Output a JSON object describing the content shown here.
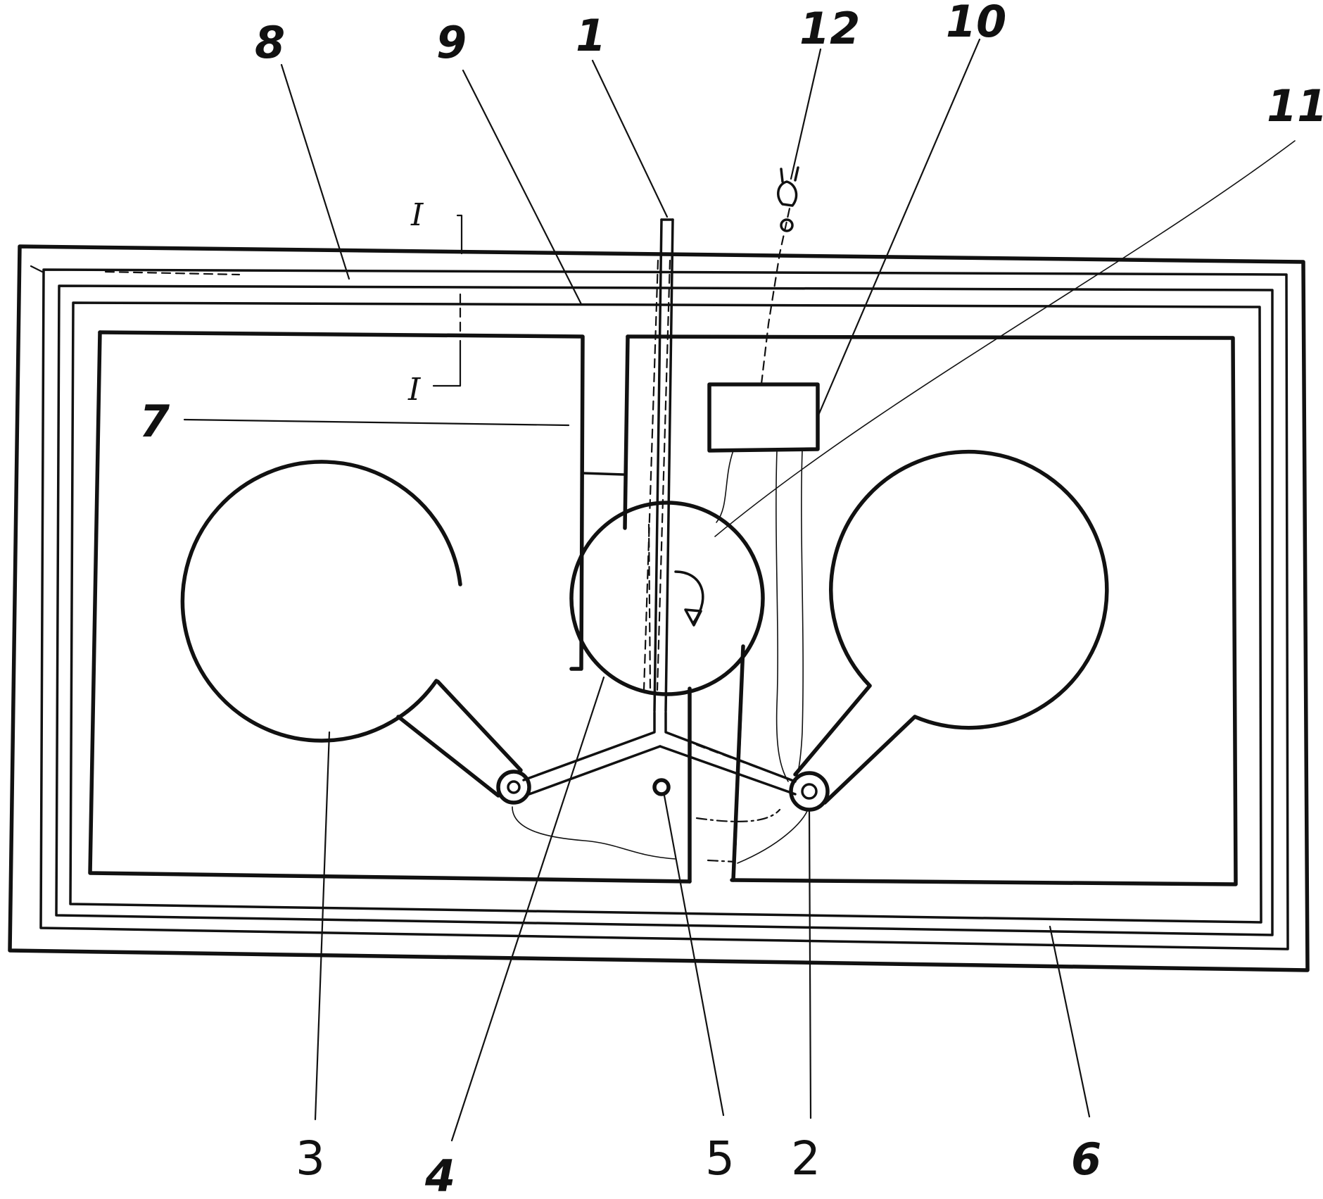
{
  "labels": {
    "n1": "1",
    "n2": "2",
    "n3": "3",
    "n4": "4",
    "n5": "5",
    "n6": "6",
    "n7": "7",
    "n8": "8",
    "n9": "9",
    "n10": "10",
    "n11": "11",
    "n12": "12"
  },
  "section_marks": {
    "top": "I",
    "bottom": "I"
  }
}
